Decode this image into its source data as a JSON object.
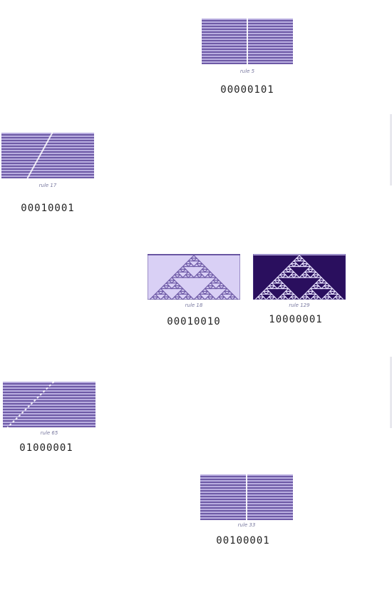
{
  "automata": [
    {
      "id": "rule5",
      "rule_label": "rule 5",
      "binary": "00000101",
      "pattern": "stripes-vertical"
    },
    {
      "id": "rule17",
      "rule_label": "rule 17",
      "binary": "00010001",
      "pattern": "stripes-diagonal"
    },
    {
      "id": "rule18",
      "rule_label": "rule 18",
      "binary": "00010010",
      "pattern": "sierpinski-light"
    },
    {
      "id": "rule129",
      "rule_label": "rule 129",
      "binary": "10000001",
      "pattern": "sierpinski-dark"
    },
    {
      "id": "rule65",
      "rule_label": "rule 65",
      "binary": "01000001",
      "pattern": "stripes-diagonal-dotted"
    },
    {
      "id": "rule33",
      "rule_label": "rule 33",
      "binary": "00100001",
      "pattern": "stripes-vertical"
    }
  ],
  "colors": {
    "stripe_dark": "#6e5aa6",
    "stripe_light": "#b9aee0",
    "fill_light": "#d9d0f5",
    "fill_dark": "#2a0f5e",
    "border": "#5a4a96"
  }
}
